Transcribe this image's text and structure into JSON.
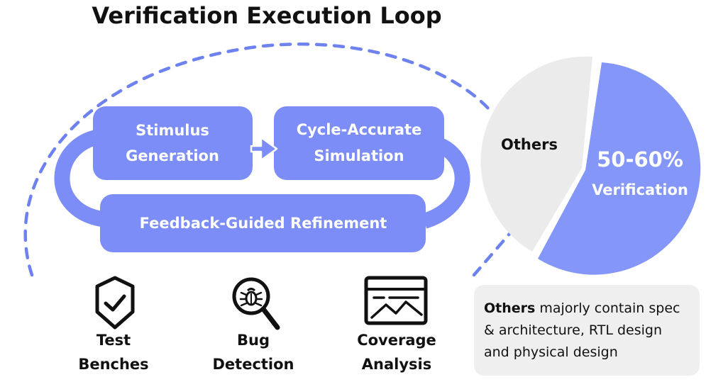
{
  "title": "Verification Execution Loop",
  "loop": {
    "stimulus_line1": "Stimulus",
    "stimulus_line2": "Generation",
    "simulation_line1": "Cycle-Accurate",
    "simulation_line2": "Simulation",
    "feedback": "Feedback-Guided Refinement"
  },
  "pie": {
    "others_label": "Others",
    "verification_percent": "50-60%",
    "verification_label": "Verification",
    "verification_share_range": [
      50,
      60
    ],
    "colors": {
      "verification": "#8497f9",
      "others": "#ebebeb"
    }
  },
  "icons": [
    {
      "line1": "Test",
      "line2": "Benches",
      "icon": "shield-check-icon"
    },
    {
      "line1": "Bug",
      "line2": "Detection",
      "icon": "bug-magnifier-icon"
    },
    {
      "line1": "Coverage",
      "line2": "Analysis",
      "icon": "chart-window-icon"
    }
  ],
  "note": {
    "bold": "Others",
    "text": " majorly contain spec & architecture, RTL design and physical design"
  },
  "colors": {
    "accent": "#7c8df7",
    "dash": "#6d82ee",
    "text_on_accent": "#ffffff",
    "text": "#111111",
    "note_bg": "#efefef"
  }
}
